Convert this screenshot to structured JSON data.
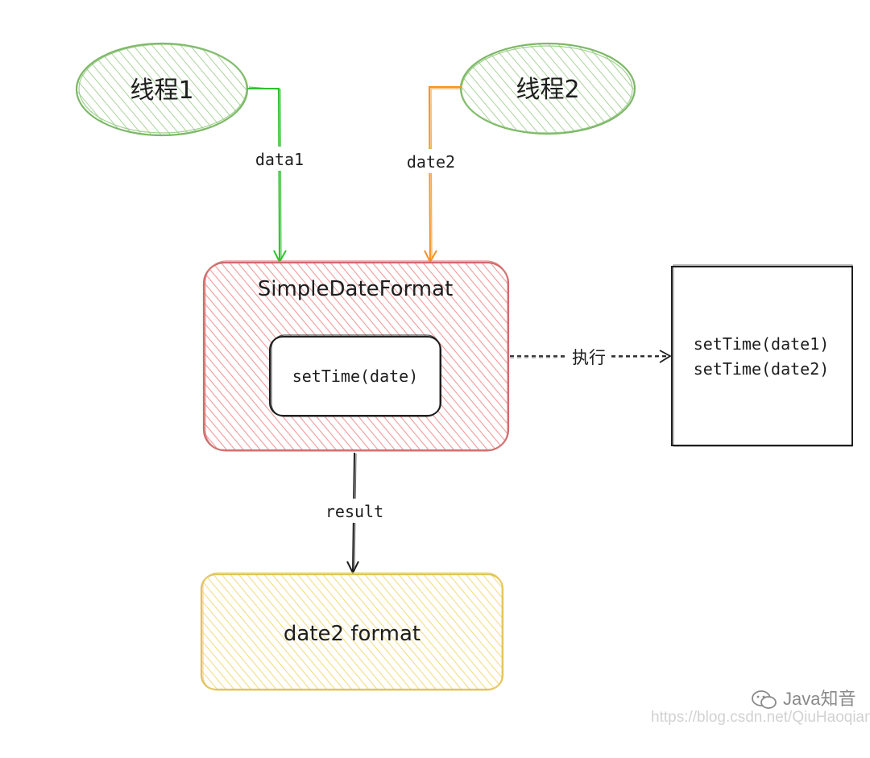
{
  "nodes": {
    "thread1": "线程1",
    "thread2": "线程2",
    "sdf_title": "SimpleDateFormat",
    "inner_method": "setTime(date)",
    "exec_line1": "setTime(date1)",
    "exec_line2": "setTime(date2)",
    "result_box": "date2 format"
  },
  "edges": {
    "thread1_to_sdf": "data1",
    "thread2_to_sdf": "date2",
    "sdf_to_exec": "执行",
    "sdf_to_result": "result"
  },
  "colors": {
    "thread_fill": "#cfe5c4",
    "thread_stroke": "#7db868",
    "sdf_fill": "#f6c6c6",
    "sdf_stroke": "#cf6b6b",
    "result_fill": "#f6e6a8",
    "result_stroke": "#e0c35a",
    "green_arrow": "#2fc12f",
    "orange_arrow": "#f7931e",
    "dark": "#1e1e1e"
  },
  "watermark": {
    "brand": "Java知音",
    "url": "https://blog.csdn.net/QiuHaoqian"
  }
}
